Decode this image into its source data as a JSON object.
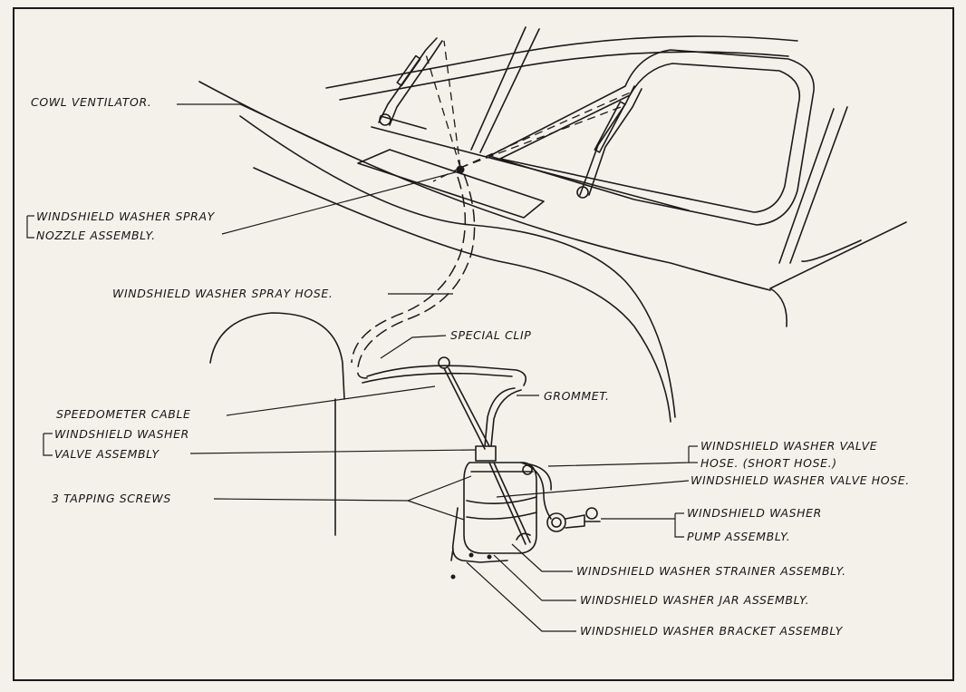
{
  "labels": {
    "cowl_ventilator": "COWL VENTILATOR.",
    "spray_nozzle_line1": "WINDSHIELD WASHER SPRAY",
    "spray_nozzle_line2": "NOZZLE ASSEMBLY.",
    "spray_hose": "WINDSHIELD WASHER SPRAY HOSE.",
    "special_clip": "SPECIAL CLIP",
    "grommet": "GROMMET.",
    "speedometer_cable": "SPEEDOMETER CABLE",
    "valve_assembly_line1": "WINDSHIELD WASHER",
    "valve_assembly_line2": "VALVE ASSEMBLY",
    "tapping_screws": "3 TAPPING SCREWS",
    "valve_hose_short_line1": "WINDSHIELD WASHER VALVE",
    "valve_hose_short_line2": "HOSE. (SHORT HOSE.)",
    "valve_hose": "WINDSHIELD WASHER VALVE HOSE.",
    "pump_assembly_line1": "WINDSHIELD WASHER",
    "pump_assembly_line2": "PUMP ASSEMBLY.",
    "strainer_assembly": "WINDSHIELD WASHER STRAINER ASSEMBLY.",
    "jar_assembly": "WINDSHIELD WASHER JAR ASSEMBLY.",
    "bracket_assembly": "WINDSHIELD WASHER BRACKET ASSEMBLY"
  }
}
